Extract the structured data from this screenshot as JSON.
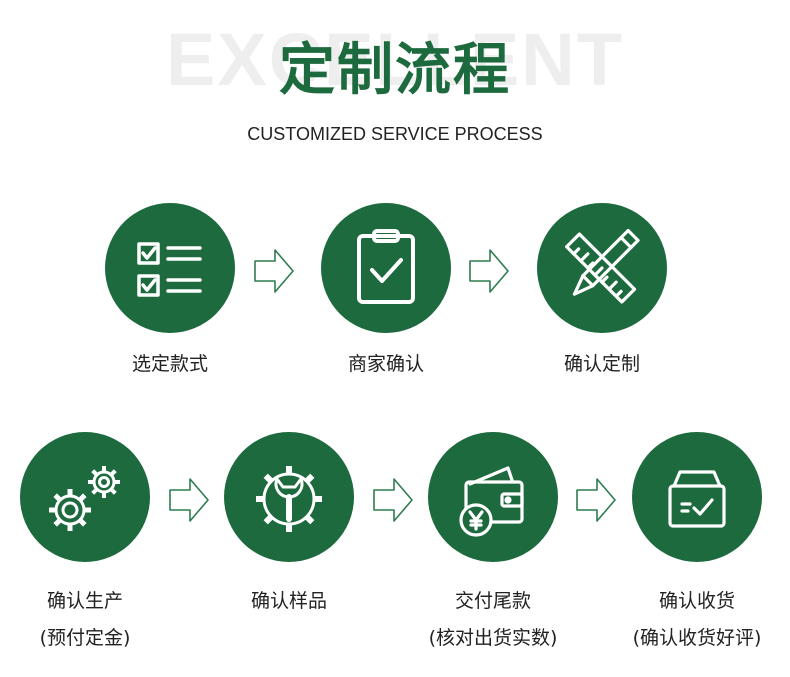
{
  "header": {
    "watermark": "EXCELLENT",
    "title": "定制流程",
    "subtitle": "CUSTOMIZED SERVICE PROCESS"
  },
  "steps": [
    {
      "label": "选定款式",
      "icon": "checklist-icon"
    },
    {
      "label": "商家确认",
      "icon": "clipboard-check-icon"
    },
    {
      "label": "确认定制",
      "icon": "pencil-ruler-icon"
    },
    {
      "label": "确认生产",
      "sublabel": "(预付定金)",
      "icon": "gears-icon"
    },
    {
      "label": "确认样品",
      "icon": "wrench-gear-icon"
    },
    {
      "label": "交付尾款",
      "sublabel": "(核对出货实数)",
      "icon": "wallet-yen-icon"
    },
    {
      "label": "确认收货",
      "sublabel": "(确认收货好评)",
      "icon": "box-check-icon"
    }
  ],
  "colors": {
    "accent": "#1d6a3e",
    "icon": "#ffffff",
    "arrow": "#2e7d4f"
  }
}
